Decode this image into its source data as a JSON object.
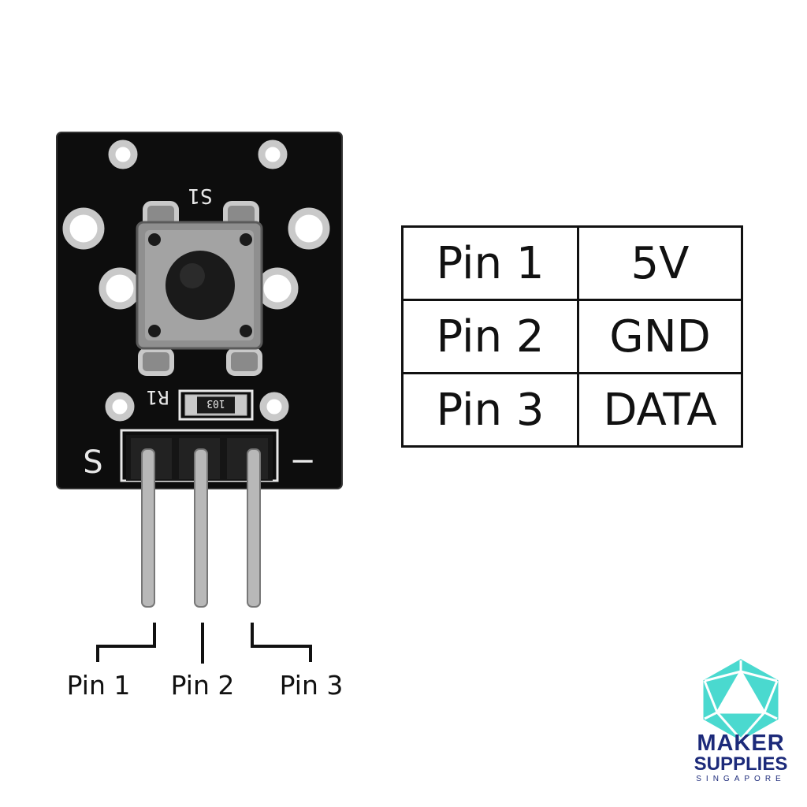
{
  "board": {
    "switch_label": "S1",
    "resistor_label": "R1",
    "smd_code": "103",
    "signal_mark": "S",
    "minus_mark": "−"
  },
  "pin_table": [
    {
      "pin": "Pin 1",
      "function": "5V"
    },
    {
      "pin": "Pin 2",
      "function": "GND"
    },
    {
      "pin": "Pin 3",
      "function": "DATA"
    }
  ],
  "pin_labels": [
    "Pin 1",
    "Pin 2",
    "Pin 3"
  ],
  "brand": {
    "line1": "MAKER",
    "line2": "SUPPLIES",
    "line3": "SINGAPORE"
  },
  "colors": {
    "pcb": "#0d0d0d",
    "pad": "#c9c9c9",
    "brand_icon": "#4ad9cf",
    "brand_text": "#1c2a7a"
  }
}
